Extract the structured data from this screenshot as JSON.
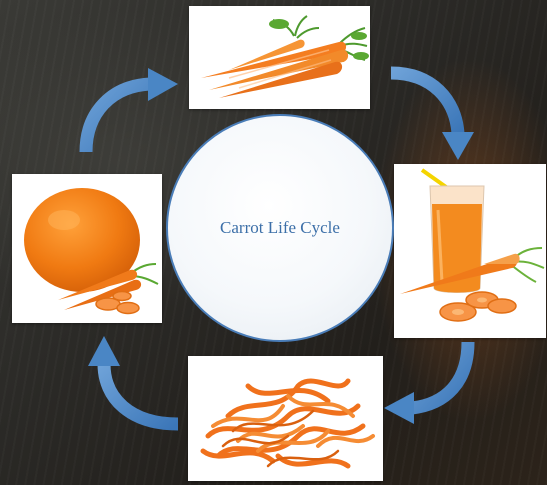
{
  "center_title": "Carrot Life Cycle",
  "stages": [
    {
      "position": "top",
      "depicts": "fresh carrots with green tops"
    },
    {
      "position": "right",
      "depicts": "glass of carrot juice with straw and carrot slices"
    },
    {
      "position": "bottom",
      "depicts": "pile of carrot peels"
    },
    {
      "position": "left",
      "depicts": "orange carrot powder with carrots"
    }
  ],
  "flow_direction": "clockwise",
  "colors": {
    "arrow": "#4a86c5",
    "circle_border": "#4a7db8",
    "title_text": "#3c6fa8",
    "carrot": "#f07a1a"
  }
}
